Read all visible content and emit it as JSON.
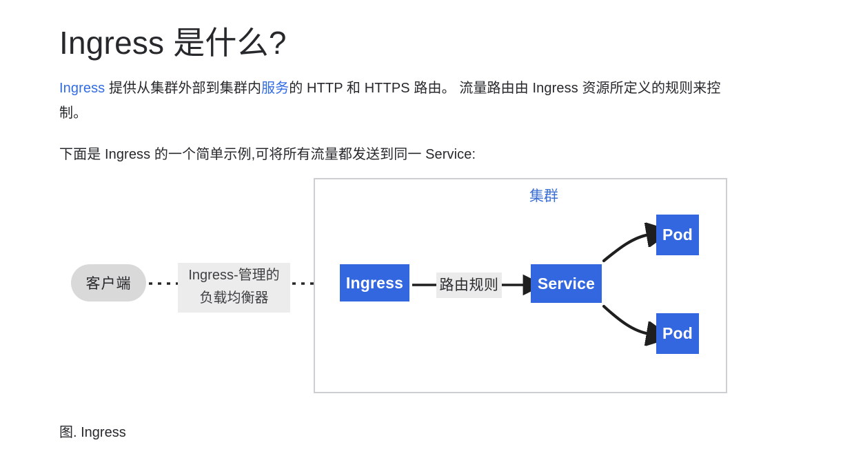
{
  "page": {
    "title": "Ingress 是什么?",
    "intro_paragraph": {
      "link1": "Ingress",
      "text1": " 提供从集群外部到集群内",
      "link2": "服务",
      "text2": "的 HTTP 和 HTTPS 路由。 流量路由由 Ingress 资源所定义的规则来控制。"
    },
    "example_paragraph": "下面是 Ingress 的一个简单示例,可将所有流量都发送到同一 Service:"
  },
  "figure": {
    "caption": "图. Ingress",
    "cluster_label": "集群",
    "client_label": "客户端",
    "lb_label_line1": "Ingress-管理的",
    "lb_label_line2": "负载均衡器",
    "route_rule_label": "路由规则",
    "ingress_label": "Ingress",
    "service_label": "Service",
    "pod_top_label": "Pod",
    "pod_bottom_label": "Pod"
  },
  "colors": {
    "link_blue": "#326ce5",
    "node_blue": "#3367e0",
    "cluster_label_blue": "#3b6fd4",
    "cluster_border_gray": "#cdced2",
    "client_gray": "#d9d9d9",
    "label_gray": "#ececec",
    "text_dark": "#26282b",
    "arrow_black": "#272727"
  },
  "diagram_data": {
    "type": "flow-diagram",
    "nodes": [
      {
        "id": "client",
        "label": "客户端",
        "shape": "rounded-pill",
        "inside_cluster": false
      },
      {
        "id": "lb",
        "label": "Ingress-管理的 负载均衡器",
        "shape": "edge-label",
        "inside_cluster": false
      },
      {
        "id": "ingress",
        "label": "Ingress",
        "shape": "rect",
        "inside_cluster": true
      },
      {
        "id": "service",
        "label": "Service",
        "shape": "rect",
        "inside_cluster": true
      },
      {
        "id": "pod-top",
        "label": "Pod",
        "shape": "rect",
        "inside_cluster": true
      },
      {
        "id": "pod-bottom",
        "label": "Pod",
        "shape": "rect",
        "inside_cluster": true
      }
    ],
    "edges": [
      {
        "from": "client",
        "to": "ingress",
        "style": "dotted",
        "label": "Ingress-管理的 负载均衡器"
      },
      {
        "from": "ingress",
        "to": "service",
        "style": "solid",
        "label": "路由规则"
      },
      {
        "from": "service",
        "to": "pod-top",
        "style": "curved-solid",
        "label": ""
      },
      {
        "from": "service",
        "to": "pod-bottom",
        "style": "curved-solid",
        "label": ""
      }
    ],
    "container": {
      "label": "集群",
      "contains": [
        "ingress",
        "service",
        "pod-top",
        "pod-bottom"
      ]
    }
  }
}
